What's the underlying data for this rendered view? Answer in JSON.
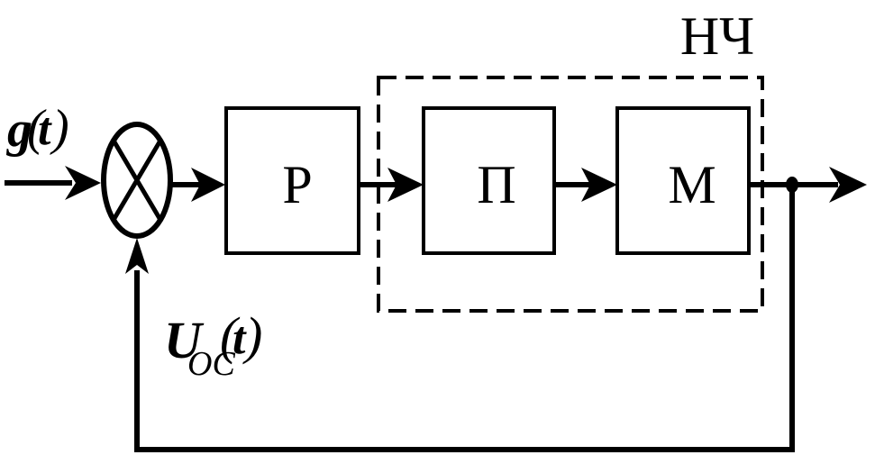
{
  "blocks": {
    "regulator": "Р",
    "converter": "П",
    "motor": "М"
  },
  "group_label": "НЧ",
  "signals": {
    "input_symbol": "g",
    "input_arg": "t",
    "feedback_symbol": "U",
    "feedback_subscript": "ОС",
    "feedback_arg": "t"
  },
  "colors": {
    "stroke": "#000000",
    "background": "#ffffff"
  }
}
